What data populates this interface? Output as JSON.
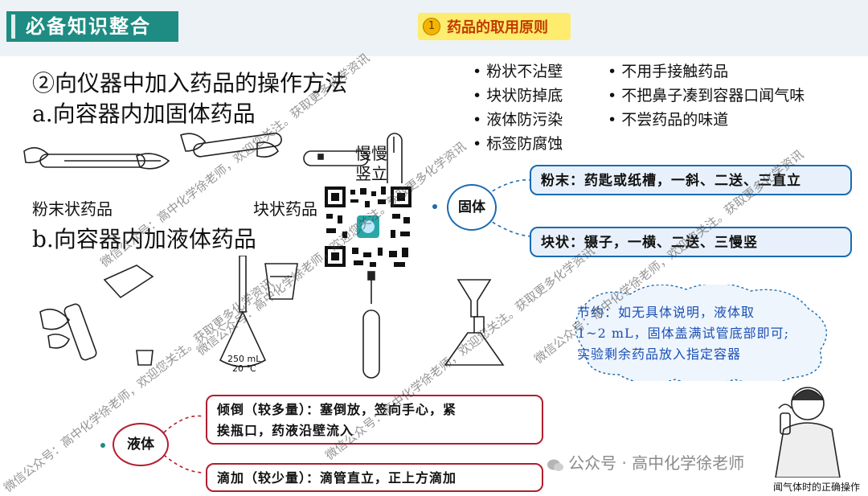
{
  "header": {
    "title": "必备知识整合"
  },
  "badge": {
    "number": "1",
    "label": "药品的取用原则"
  },
  "main": {
    "heading": "②向仪器中加入药品的操作方法",
    "sub_a": "a.向容器内加固体药品",
    "sub_b": "b.向容器内加液体药品",
    "caption_powder": "粉末状药品",
    "caption_block": "块状药品",
    "caption_slow_1": "慢慢",
    "caption_slow_2": "竖立"
  },
  "rules": {
    "left": [
      "粉状不沾壁",
      "块状防掉底",
      "液体防污染",
      "标签防腐蚀"
    ],
    "right": [
      "不用手接触药品",
      "不把鼻子凑到容器口闻气味",
      "不尝药品的味道"
    ]
  },
  "solid": {
    "node": "固体",
    "powder": "粉末：药匙或纸槽，一斜、二送、三直立",
    "block": "块状：镊子，一横、二送、三慢竖"
  },
  "save_note": {
    "line1": "节约：如无具体说明，液体取",
    "line2": "1~2 mL，固体盖满试管底部即可;",
    "line3": "实验剩余药品放入指定容器"
  },
  "liquid": {
    "node": "液体",
    "pour_1": "倾倒（较多量）：塞倒放，签向手心，紧",
    "pour_2": "挨瓶口，药液沿壁流入",
    "drop": "滴加（较少量）：滴管直立，正上方滴加"
  },
  "flask_label": {
    "volume": "250 mL",
    "temp": "20 ℃"
  },
  "figure_caption": "闻气体时的正确操作",
  "footer": {
    "text": "公众号 · 高中化学徐老师"
  },
  "watermark": {
    "text": "微信公众号：高中化学徐老师，欢迎您关注。获取更多化学资讯"
  }
}
